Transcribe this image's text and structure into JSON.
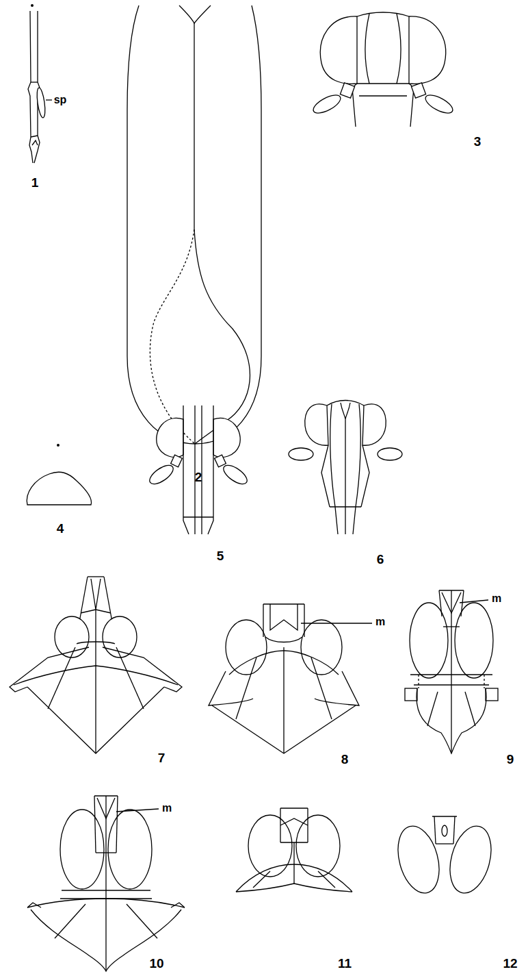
{
  "diagram": {
    "labels": [
      "sp",
      "1",
      "2",
      "3",
      "4",
      "5",
      "6",
      "7",
      "m",
      "8",
      "m",
      "9",
      "m",
      "10",
      "11",
      "12"
    ]
  }
}
